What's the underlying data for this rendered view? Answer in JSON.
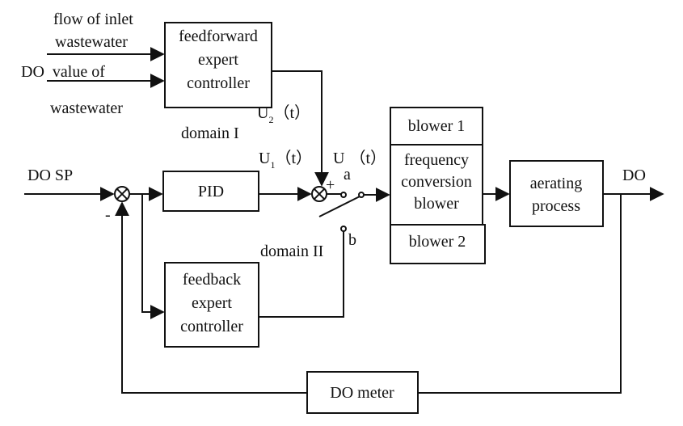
{
  "inputs": {
    "flow_line1": "flow of inlet",
    "flow_line2": "wastewater",
    "do_line1": "DO  value of",
    "do_line2": "wastewater",
    "do_sp": "DO SP"
  },
  "blocks": {
    "feedforward": [
      "feedforward",
      "expert",
      "controller"
    ],
    "pid": "PID",
    "feedback": [
      "feedback",
      "expert",
      "controller"
    ],
    "blower1": "blower 1",
    "freq_blower": [
      "frequency",
      "conversion",
      "blower"
    ],
    "blower2": "blower 2",
    "aerating": [
      "aerating",
      "process"
    ],
    "do_meter": "DO meter"
  },
  "signals": {
    "u2_main": "U",
    "u2_sub": "2",
    "u2_arg": "（t）",
    "u1_main": "U",
    "u1_sub": "1",
    "u1_arg": "（t）",
    "u_main": "U",
    "u_arg": "（t）",
    "domain1": "domain I",
    "domain2": "domain II",
    "switch_a": "a",
    "switch_b": "b",
    "plus": "+",
    "minus": "-",
    "output": "DO"
  }
}
